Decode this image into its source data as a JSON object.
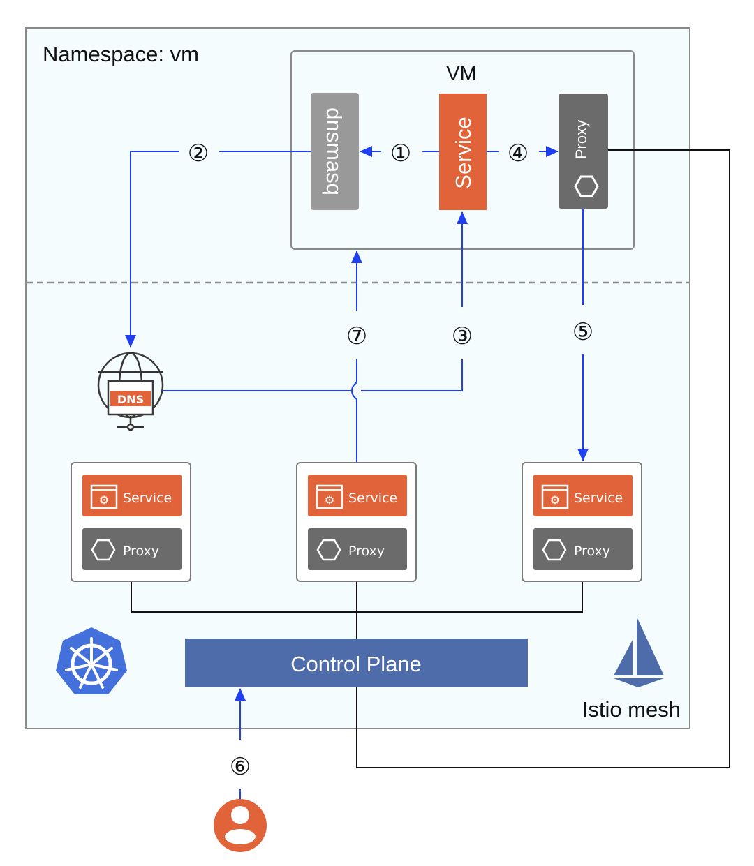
{
  "namespace": {
    "label": "Namespace: vm"
  },
  "vm": {
    "title": "VM",
    "dnsmasq": "dnsmasq",
    "service": "Service",
    "proxy": "Proxy"
  },
  "dns": {
    "label": "DNS",
    "icon": "dns-server-icon"
  },
  "pods": [
    {
      "service": "Service",
      "proxy": "Proxy"
    },
    {
      "service": "Service",
      "proxy": "Proxy"
    },
    {
      "service": "Service",
      "proxy": "Proxy"
    }
  ],
  "control_plane": {
    "label": "Control Plane"
  },
  "mesh": {
    "label": "Istio mesh",
    "icon": "istio-sail-icon"
  },
  "kubernetes": {
    "icon": "kubernetes-helm-icon"
  },
  "user": {
    "icon": "user-icon"
  },
  "steps": {
    "s1": "①",
    "s2": "②",
    "s3": "③",
    "s4": "④",
    "s5": "⑤",
    "s6": "⑥",
    "s7": "⑦"
  },
  "colors": {
    "orange": "#E0633A",
    "proxy_gray": "#6B6B6B",
    "dnsmasq_gray": "#999999",
    "blue_arrow": "#1F3FF0",
    "control_plane": "#4E6BAA",
    "k8s_blue": "#4470DC",
    "ns_bg": "#F5FCFD"
  }
}
